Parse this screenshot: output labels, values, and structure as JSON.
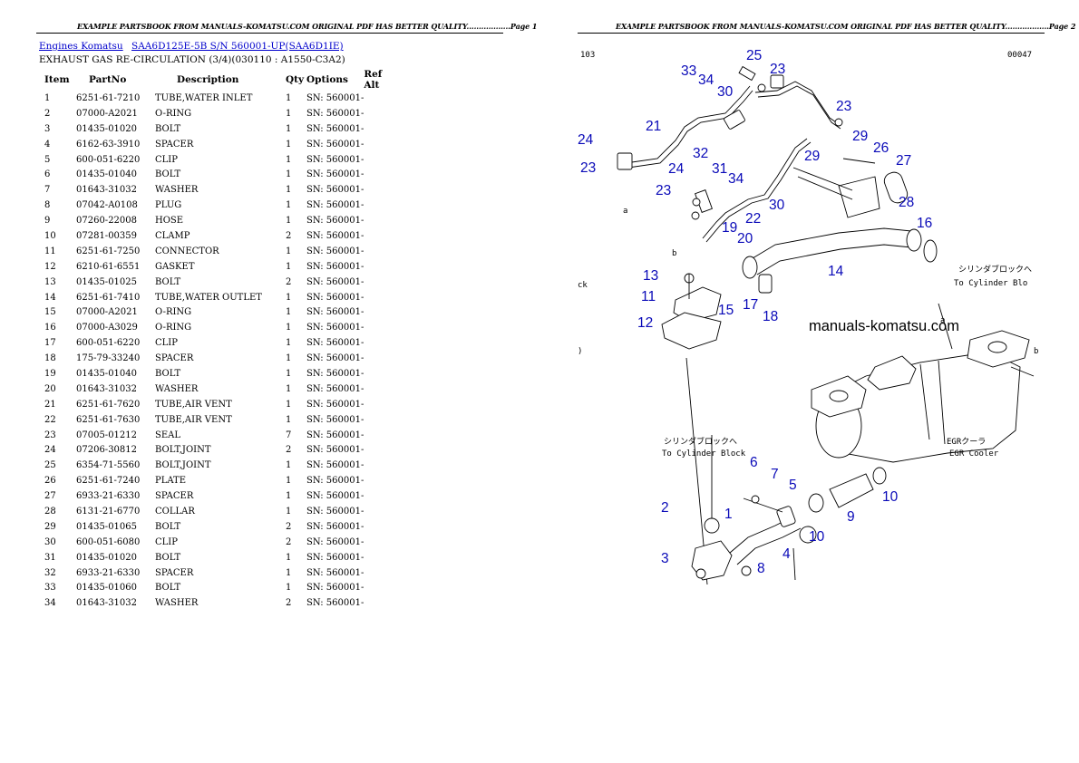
{
  "header_left": "EXAMPLE PARTSBOOK FROM MANUALS-KOMATSU.COM ORIGINAL PDF HAS BETTER QUALITY..................Page 1",
  "header_right": "EXAMPLE PARTSBOOK FROM MANUALS-KOMATSU.COM ORIGINAL PDF HAS BETTER QUALITY..................Page 2",
  "breadcrumb": {
    "link1": "Engines Komatsu",
    "link2": "SAA6D125E-5B S/N 560001-UP(SAA6D1IE)"
  },
  "subtitle": "EXHAUST GAS RE-CIRCULATION (3/4)(030110 : A1550-C3A2)",
  "columns": {
    "item": "Item",
    "part": "PartNo",
    "desc": "Description",
    "qty": "Qty",
    "opt": "Options",
    "ref": "Ref Alt"
  },
  "rows": [
    {
      "item": "1",
      "part": "6251-61-7210",
      "desc": "TUBE,WATER INLET",
      "qty": "1",
      "opt": "SN: 560001-"
    },
    {
      "item": "2",
      "part": "07000-A2021",
      "desc": "O-RING",
      "qty": "1",
      "opt": "SN: 560001-"
    },
    {
      "item": "3",
      "part": "01435-01020",
      "desc": "BOLT",
      "qty": "1",
      "opt": "SN: 560001-"
    },
    {
      "item": "4",
      "part": "6162-63-3910",
      "desc": "SPACER",
      "qty": "1",
      "opt": "SN: 560001-"
    },
    {
      "item": "5",
      "part": "600-051-6220",
      "desc": "CLIP",
      "qty": "1",
      "opt": "SN: 560001-"
    },
    {
      "item": "6",
      "part": "01435-01040",
      "desc": "BOLT",
      "qty": "1",
      "opt": "SN: 560001-"
    },
    {
      "item": "7",
      "part": "01643-31032",
      "desc": "WASHER",
      "qty": "1",
      "opt": "SN: 560001-"
    },
    {
      "item": "8",
      "part": "07042-A0108",
      "desc": "PLUG",
      "qty": "1",
      "opt": "SN: 560001-"
    },
    {
      "item": "9",
      "part": "07260-22008",
      "desc": "HOSE",
      "qty": "1",
      "opt": "SN: 560001-"
    },
    {
      "item": "10",
      "part": "07281-00359",
      "desc": "CLAMP",
      "qty": "2",
      "opt": "SN: 560001-"
    },
    {
      "item": "11",
      "part": "6251-61-7250",
      "desc": "CONNECTOR",
      "qty": "1",
      "opt": "SN: 560001-"
    },
    {
      "item": "12",
      "part": "6210-61-6551",
      "desc": "GASKET",
      "qty": "1",
      "opt": "SN: 560001-"
    },
    {
      "item": "13",
      "part": "01435-01025",
      "desc": "BOLT",
      "qty": "2",
      "opt": "SN: 560001-"
    },
    {
      "item": "14",
      "part": "6251-61-7410",
      "desc": "TUBE,WATER OUTLET",
      "qty": "1",
      "opt": "SN: 560001-"
    },
    {
      "item": "15",
      "part": "07000-A2021",
      "desc": "O-RING",
      "qty": "1",
      "opt": "SN: 560001-"
    },
    {
      "item": "16",
      "part": "07000-A3029",
      "desc": "O-RING",
      "qty": "1",
      "opt": "SN: 560001-"
    },
    {
      "item": "17",
      "part": "600-051-6220",
      "desc": "CLIP",
      "qty": "1",
      "opt": "SN: 560001-"
    },
    {
      "item": "18",
      "part": "175-79-33240",
      "desc": "SPACER",
      "qty": "1",
      "opt": "SN: 560001-"
    },
    {
      "item": "19",
      "part": "01435-01040",
      "desc": "BOLT",
      "qty": "1",
      "opt": "SN: 560001-"
    },
    {
      "item": "20",
      "part": "01643-31032",
      "desc": "WASHER",
      "qty": "1",
      "opt": "SN: 560001-"
    },
    {
      "item": "21",
      "part": "6251-61-7620",
      "desc": "TUBE,AIR VENT",
      "qty": "1",
      "opt": "SN: 560001-"
    },
    {
      "item": "22",
      "part": "6251-61-7630",
      "desc": "TUBE,AIR VENT",
      "qty": "1",
      "opt": "SN: 560001-"
    },
    {
      "item": "23",
      "part": "07005-01212",
      "desc": "SEAL",
      "qty": "7",
      "opt": "SN: 560001-"
    },
    {
      "item": "24",
      "part": "07206-30812",
      "desc": "BOLT,JOINT",
      "qty": "2",
      "opt": "SN: 560001-"
    },
    {
      "item": "25",
      "part": "6354-71-5560",
      "desc": "BOLT,JOINT",
      "qty": "1",
      "opt": "SN: 560001-"
    },
    {
      "item": "26",
      "part": "6251-61-7240",
      "desc": "PLATE",
      "qty": "1",
      "opt": "SN: 560001-"
    },
    {
      "item": "27",
      "part": "6933-21-6330",
      "desc": "SPACER",
      "qty": "1",
      "opt": "SN: 560001-"
    },
    {
      "item": "28",
      "part": "6131-21-6770",
      "desc": "COLLAR",
      "qty": "1",
      "opt": "SN: 560001-"
    },
    {
      "item": "29",
      "part": "01435-01065",
      "desc": "BOLT",
      "qty": "2",
      "opt": "SN: 560001-"
    },
    {
      "item": "30",
      "part": "600-051-6080",
      "desc": "CLIP",
      "qty": "2",
      "opt": "SN: 560001-"
    },
    {
      "item": "31",
      "part": "01435-01020",
      "desc": "BOLT",
      "qty": "1",
      "opt": "SN: 560001-"
    },
    {
      "item": "32",
      "part": "6933-21-6330",
      "desc": "SPACER",
      "qty": "1",
      "opt": "SN: 560001-"
    },
    {
      "item": "33",
      "part": "01435-01060",
      "desc": "BOLT",
      "qty": "1",
      "opt": "SN: 560001-"
    },
    {
      "item": "34",
      "part": "01643-31032",
      "desc": "WASHER",
      "qty": "2",
      "opt": "SN: 560001-"
    }
  ],
  "diagram": {
    "code_left": "103",
    "code_right": "00047",
    "watermark": "manuals-komatsu.com",
    "jp_cylinder_1": "シリンダブロックへ",
    "en_cylinder_1": "To Cylinder Blo",
    "jp_cylinder_2": "シリンダブロックへ",
    "en_cylinder_2": "To Cylinder Block",
    "jp_egr": "EGRクーラ",
    "en_egr": "EGR Cooler",
    "letter_a": "a",
    "letter_b": "b",
    "edge_ck": "ck",
    "edge_paren": ")",
    "callouts": {
      "n25": "25",
      "n33": "33",
      "n34a": "34",
      "n23a": "23",
      "n30a": "30",
      "n23b": "23",
      "n21": "21",
      "n29a": "29",
      "n26": "26",
      "n24a": "24",
      "n23c": "23",
      "n32": "32",
      "n31": "31",
      "n24b": "24",
      "n34b": "34",
      "n29b": "29",
      "n27": "27",
      "n23d": "23",
      "n30b": "30",
      "n28": "28",
      "n22": "22",
      "n19": "19",
      "n20": "20",
      "n16": "16",
      "n13": "13",
      "n11": "11",
      "n14": "14",
      "n15": "15",
      "n17": "17",
      "n18": "18",
      "n12": "12",
      "n6": "6",
      "n7": "7",
      "n5": "5",
      "n10a": "10",
      "n2": "2",
      "n1": "1",
      "n9": "9",
      "n10b": "10",
      "n3": "3",
      "n4": "4",
      "n8": "8"
    }
  }
}
